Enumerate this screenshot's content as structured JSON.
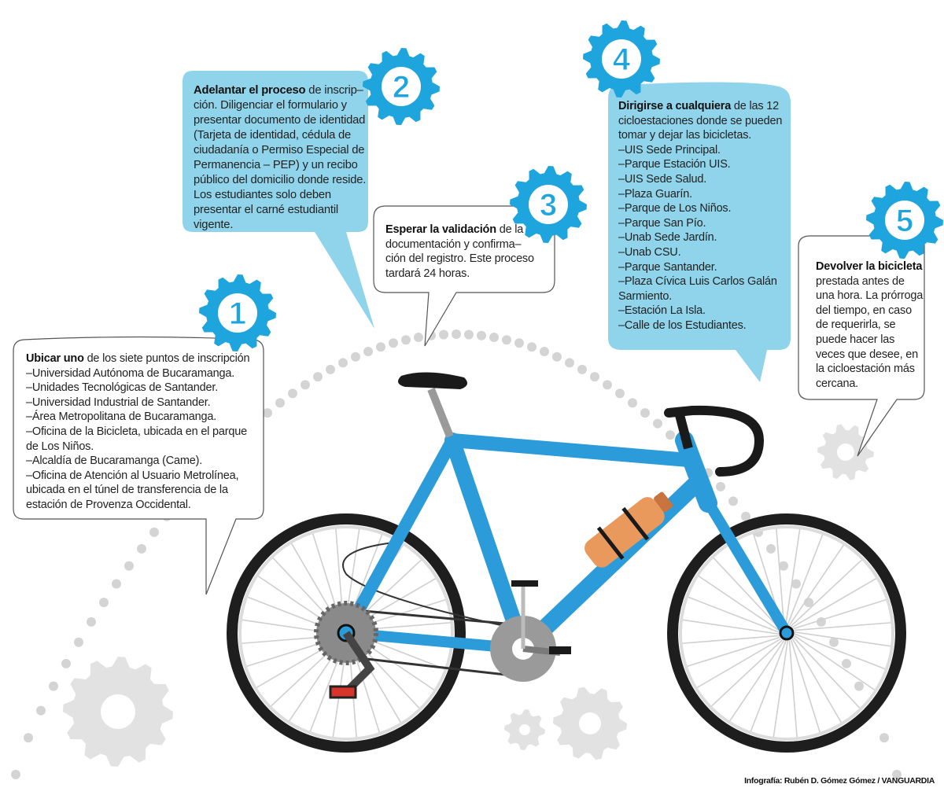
{
  "colors": {
    "gear_blue": "#1ea5de",
    "box_blue": "#8fd4ea",
    "frame_blue": "#2b9bd9",
    "grey_gear": "#e2e2e2",
    "dots": "#d4d4d4"
  },
  "steps": [
    {
      "number": "1",
      "lead": "Ubicar uno",
      "rest": " de los siete puntos de inscripción",
      "lines": [
        "–Universidad Autónoma de Bucaramanga.",
        "–Unidades Tecnológicas de Santander.",
        "–Universidad Industrial de Santander.",
        "–Área Metropolitana de Bucaramanga.",
        "–Oficina de la Bicicleta, ubicada en el parque",
        "de Los Niños.",
        "–Alcaldía de Bucaramanga (Came).",
        "–Oficina de Atención al Usuario Metrolínea,",
        "ubicada en el túnel de transferencia de la",
        "estación de Provenza Occidental."
      ]
    },
    {
      "number": "2",
      "lead": "Adelantar el proceso",
      "rest": " de inscrip–",
      "lines": [
        "ción. Diligenciar el formulario y",
        "presentar documento de identidad",
        "(Tarjeta de identidad, cédula de",
        "ciudadanía o Permiso Especial de",
        "Permanencia – PEP) y un recibo",
        "público del domicilio donde reside.",
        "Los estudiantes solo deben",
        "presentar el carné estudiantil",
        "vigente."
      ]
    },
    {
      "number": "3",
      "lead": "Esperar la validación",
      "rest": " de la",
      "lines": [
        "documentación y confirma–",
        "ción del registro. Este proceso",
        "tardará 24 horas."
      ]
    },
    {
      "number": "4",
      "lead": "Dirigirse a cualquiera",
      "rest": " de las 12",
      "lines": [
        "cicloestaciones donde se pueden",
        "tomar y dejar las bicicletas.",
        "–UIS Sede Principal.",
        "–Parque Estación UIS.",
        "–UIS Sede Salud.",
        "–Plaza Guarín.",
        "–Parque de Los Niños.",
        "–Parque San Pío.",
        "–Unab Sede Jardín.",
        "–Unab CSU.",
        "–Parque Santander.",
        "–Plaza Cívica Luis Carlos Galán",
        "Sarmiento.",
        "–Estación La Isla.",
        "–Calle de los Estudiantes."
      ]
    },
    {
      "number": "5",
      "lead": "Devolver la bicicleta",
      "rest": "",
      "lines": [
        "prestada antes de",
        "una hora. La prórroga",
        "del tiempo, en caso",
        "de requerirla, se",
        "puede hacer las",
        "veces que desee, en",
        "la cicloestación más",
        "cercana."
      ]
    }
  ],
  "credit": "Infografía: Rubén D. Gómez Gómez / VANGUARDIA"
}
